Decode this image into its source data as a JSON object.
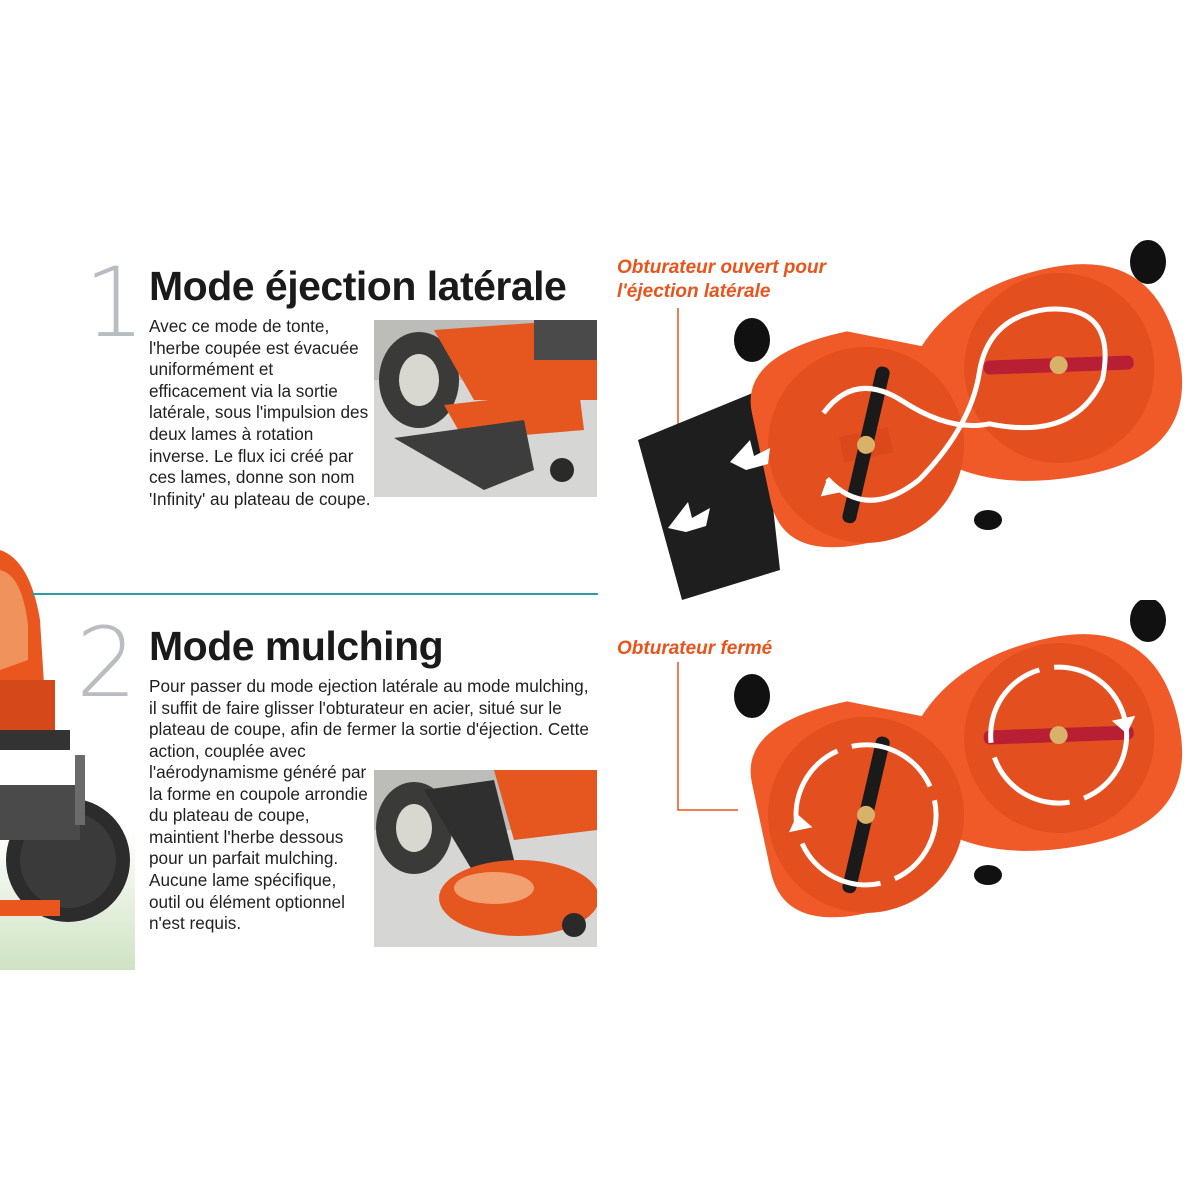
{
  "section1": {
    "number": "1",
    "title": "Mode éjection latérale",
    "body": "Avec ce mode de tonte, l'herbe coupée est évacuée uniformément et efficacement via la sortie latérale, sous l'impulsion des deux lames à rotation inverse. Le flux ici créé par ces lames, donne son nom 'Infinity' au plateau de coupe.",
    "callout_line1": "Obturateur ouvert pour",
    "callout_line2": "l'éjection latérale"
  },
  "section2": {
    "number": "2",
    "title": "Mode mulching",
    "body_wide": "Pour passer du mode ejection latérale au mode mulching, il suffit de faire glisser l'obturateur en acier, situé sur le plateau de coupe, afin de fermer la sortie d'éjection. Cette action, couplée avec",
    "body_narrow": "l'aérodynamisme généré par la forme en coupole arrondie du plateau de coupe, maintient l'herbe dessous pour un parfait mulching. Aucune lame spécifique, outil ou élément optionnel n'est requis.",
    "callout": "Obturateur fermé"
  },
  "colors": {
    "deck_orange": "#f05a28",
    "accent_orange": "#e8541c",
    "divider_teal": "#2f9aa3",
    "number_gray": "#b9bcc1"
  },
  "icons": [
    "tractor-photo",
    "side-discharge-photo",
    "mulching-photo",
    "deck-open-diagram",
    "deck-closed-diagram"
  ]
}
